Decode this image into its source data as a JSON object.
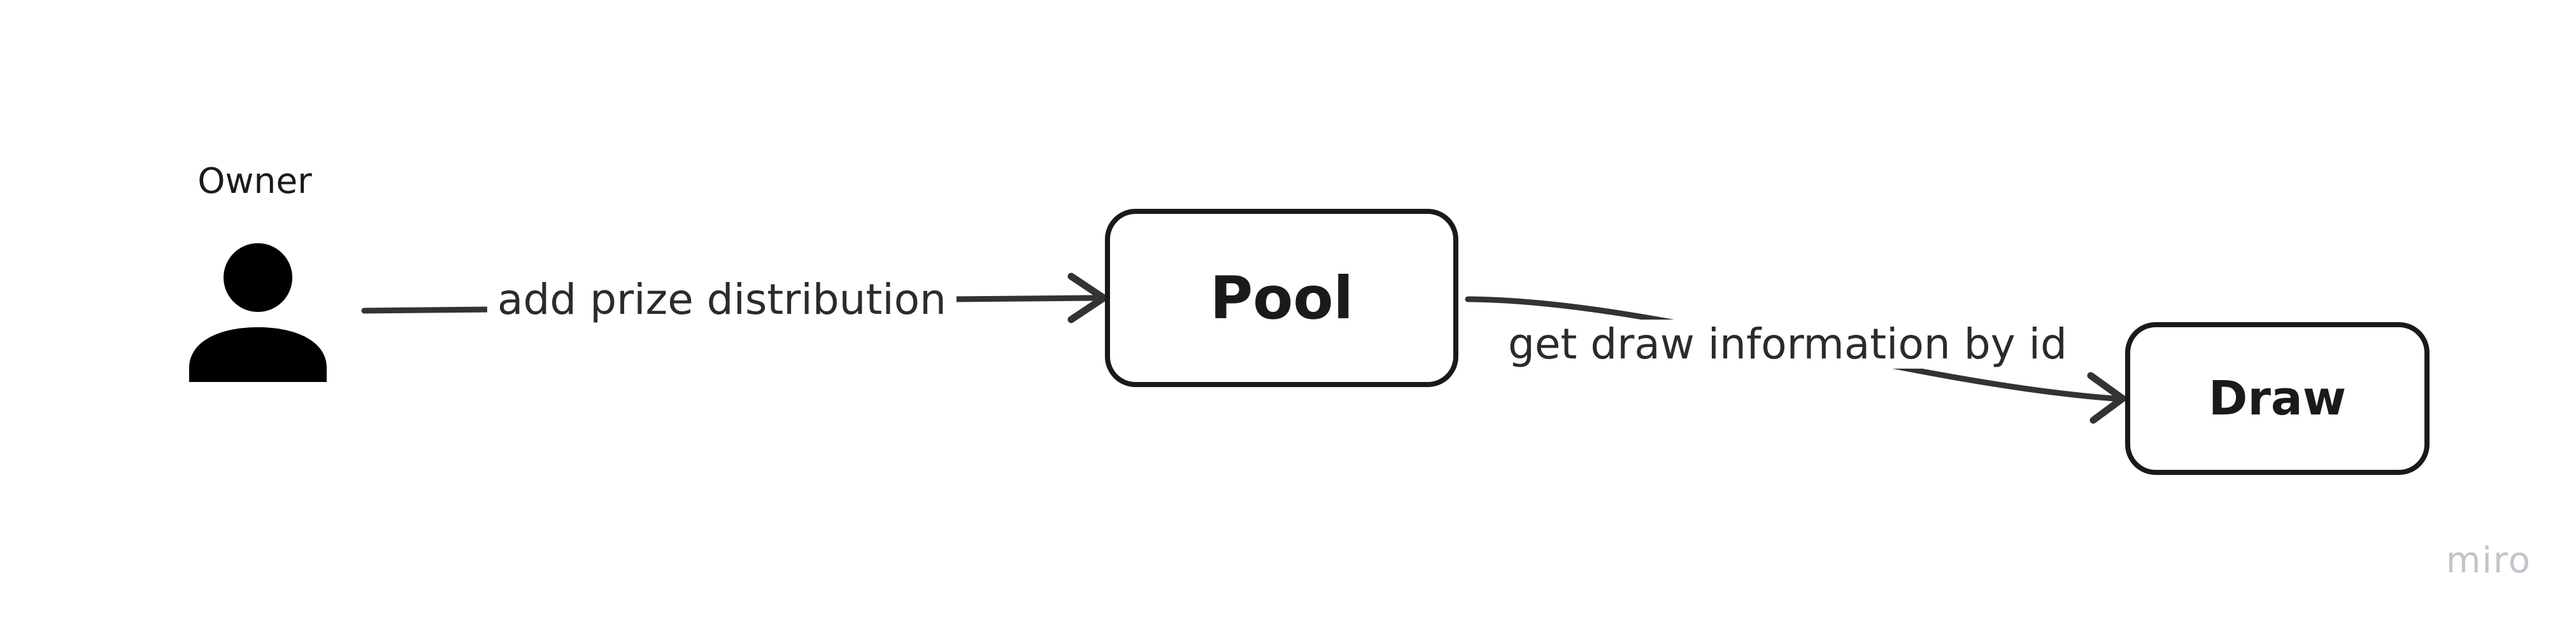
{
  "actor": {
    "label": "Owner",
    "icon": "person-icon"
  },
  "nodes": {
    "pool": "Pool",
    "draw": "Draw"
  },
  "edges": {
    "owner_to_pool": "add prize distribution",
    "pool_to_draw": "get draw information by id"
  },
  "watermark": "miro",
  "colors": {
    "stroke": "#1a1a1a",
    "arrow": "#333333",
    "watermark": "#c2c4cc",
    "background": "#ffffff"
  }
}
